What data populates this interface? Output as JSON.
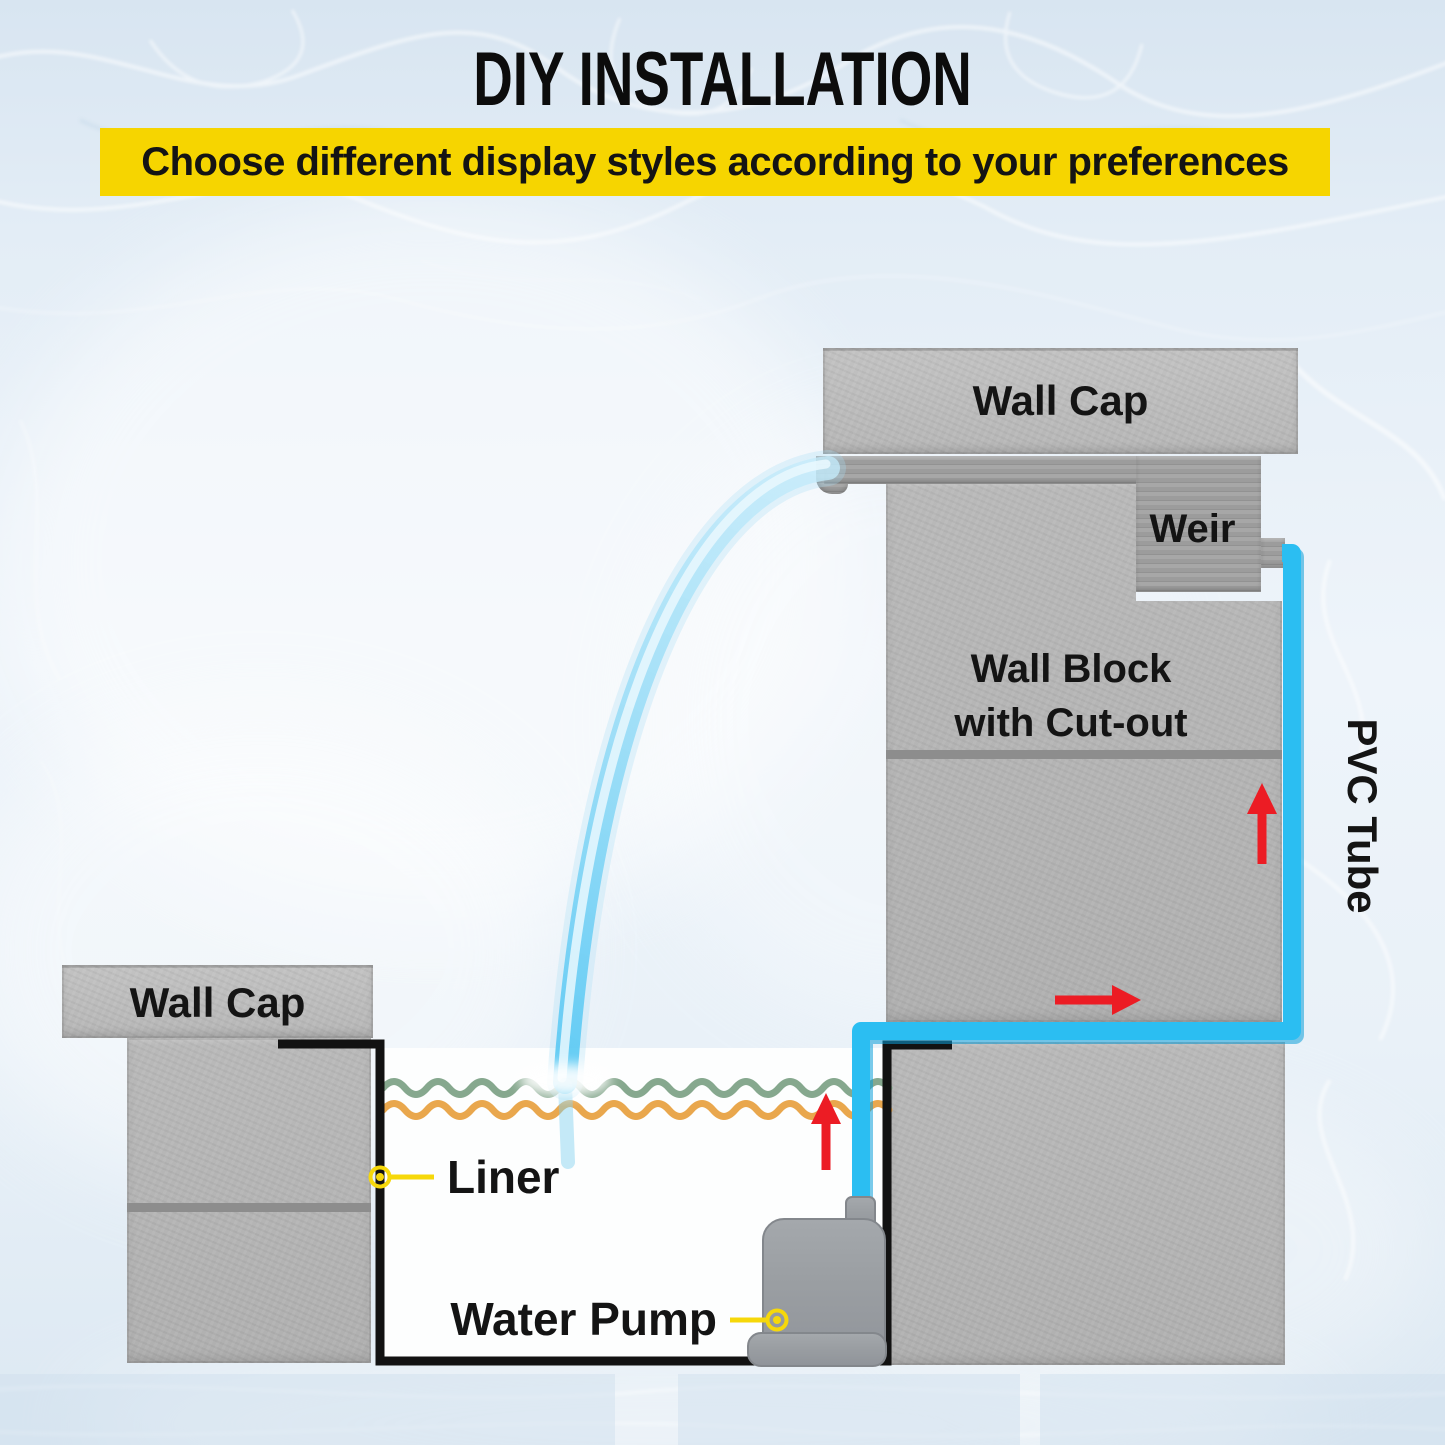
{
  "header": {
    "title": "DIY INSTALLATION",
    "subtitle": "Choose different display styles according to your preferences"
  },
  "diagram": {
    "labels": {
      "wall_cap_top": "Wall Cap",
      "weir": "Weir",
      "wall_block_line1": "Wall Block",
      "wall_block_line2": "with Cut-out",
      "pvc_tube": "PVC Tube",
      "wall_cap_left": "Wall Cap",
      "liner": "Liner",
      "water_pump": "Water Pump"
    },
    "icons": {
      "flow_arrow_up_wall": "red-arrow-up",
      "flow_arrow_right": "red-arrow-right",
      "flow_arrow_up_pool": "red-arrow-up",
      "liner_marker": "yellow-circle-marker",
      "water_pump_marker": "yellow-circle-marker"
    }
  },
  "colors": {
    "banner_bg": "#F6D500",
    "banner_text": "#141414",
    "tube_blue": "#2BBEF2",
    "tube_shadow": "#0C9FD8",
    "arrow_red": "#EC1C24",
    "wave_green": "#86A88E",
    "wave_orange": "#E9A74D",
    "leader_yellow": "#F6D80A",
    "wall_gray": "#B9B9B9",
    "wall_cap_gray": "#C2C2C2",
    "weir_gray": "#9C9C9C",
    "mortar_gray": "#8D8D8D",
    "pump_gray": "#9B9FA3",
    "liner_black": "#121212",
    "pool_white": "#FDFEFE",
    "water_arc_light": "#C4EBFA",
    "water_arc_deep": "#4FC6F3"
  }
}
